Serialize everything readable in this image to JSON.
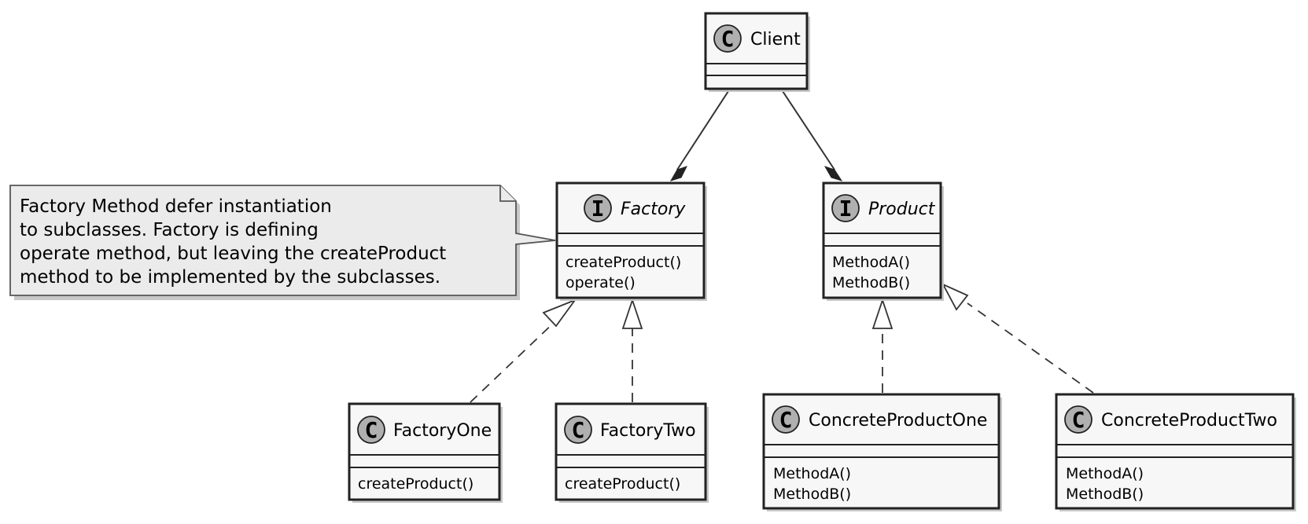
{
  "classes": {
    "client": {
      "name": "Client",
      "stereotype": "C",
      "members": []
    },
    "factory": {
      "name": "Factory",
      "stereotype": "I",
      "members": [
        "createProduct()",
        "operate()"
      ]
    },
    "product": {
      "name": "Product",
      "stereotype": "I",
      "members": [
        "MethodA()",
        "MethodB()"
      ]
    },
    "factory_one": {
      "name": "FactoryOne",
      "stereotype": "C",
      "members": [
        "createProduct()"
      ]
    },
    "factory_two": {
      "name": "FactoryTwo",
      "stereotype": "C",
      "members": [
        "createProduct()"
      ]
    },
    "concrete_product_one": {
      "name": "ConcreteProductOne",
      "stereotype": "C",
      "members": [
        "MethodA()",
        "MethodB()"
      ]
    },
    "concrete_product_two": {
      "name": "ConcreteProductTwo",
      "stereotype": "C",
      "members": [
        "MethodA()",
        "MethodB()"
      ]
    }
  },
  "note": {
    "lines": [
      "Factory Method defer instantiation",
      "to subclasses. Factory is defining",
      "operate method, but leaving the createProduct",
      "method to be implemented by the subclasses."
    ]
  },
  "relations": [
    {
      "from": "client",
      "to": "factory",
      "type": "composition"
    },
    {
      "from": "client",
      "to": "product",
      "type": "composition"
    },
    {
      "from": "factory_one",
      "to": "factory",
      "type": "realization"
    },
    {
      "from": "factory_two",
      "to": "factory",
      "type": "realization"
    },
    {
      "from": "concrete_product_one",
      "to": "product",
      "type": "realization"
    },
    {
      "from": "concrete_product_two",
      "to": "product",
      "type": "realization"
    }
  ],
  "colors": {
    "class_fill": "#f7f7f7",
    "border": "#222222",
    "spot_fill": "#b0b0b0",
    "note_fill": "#ebebeb"
  }
}
